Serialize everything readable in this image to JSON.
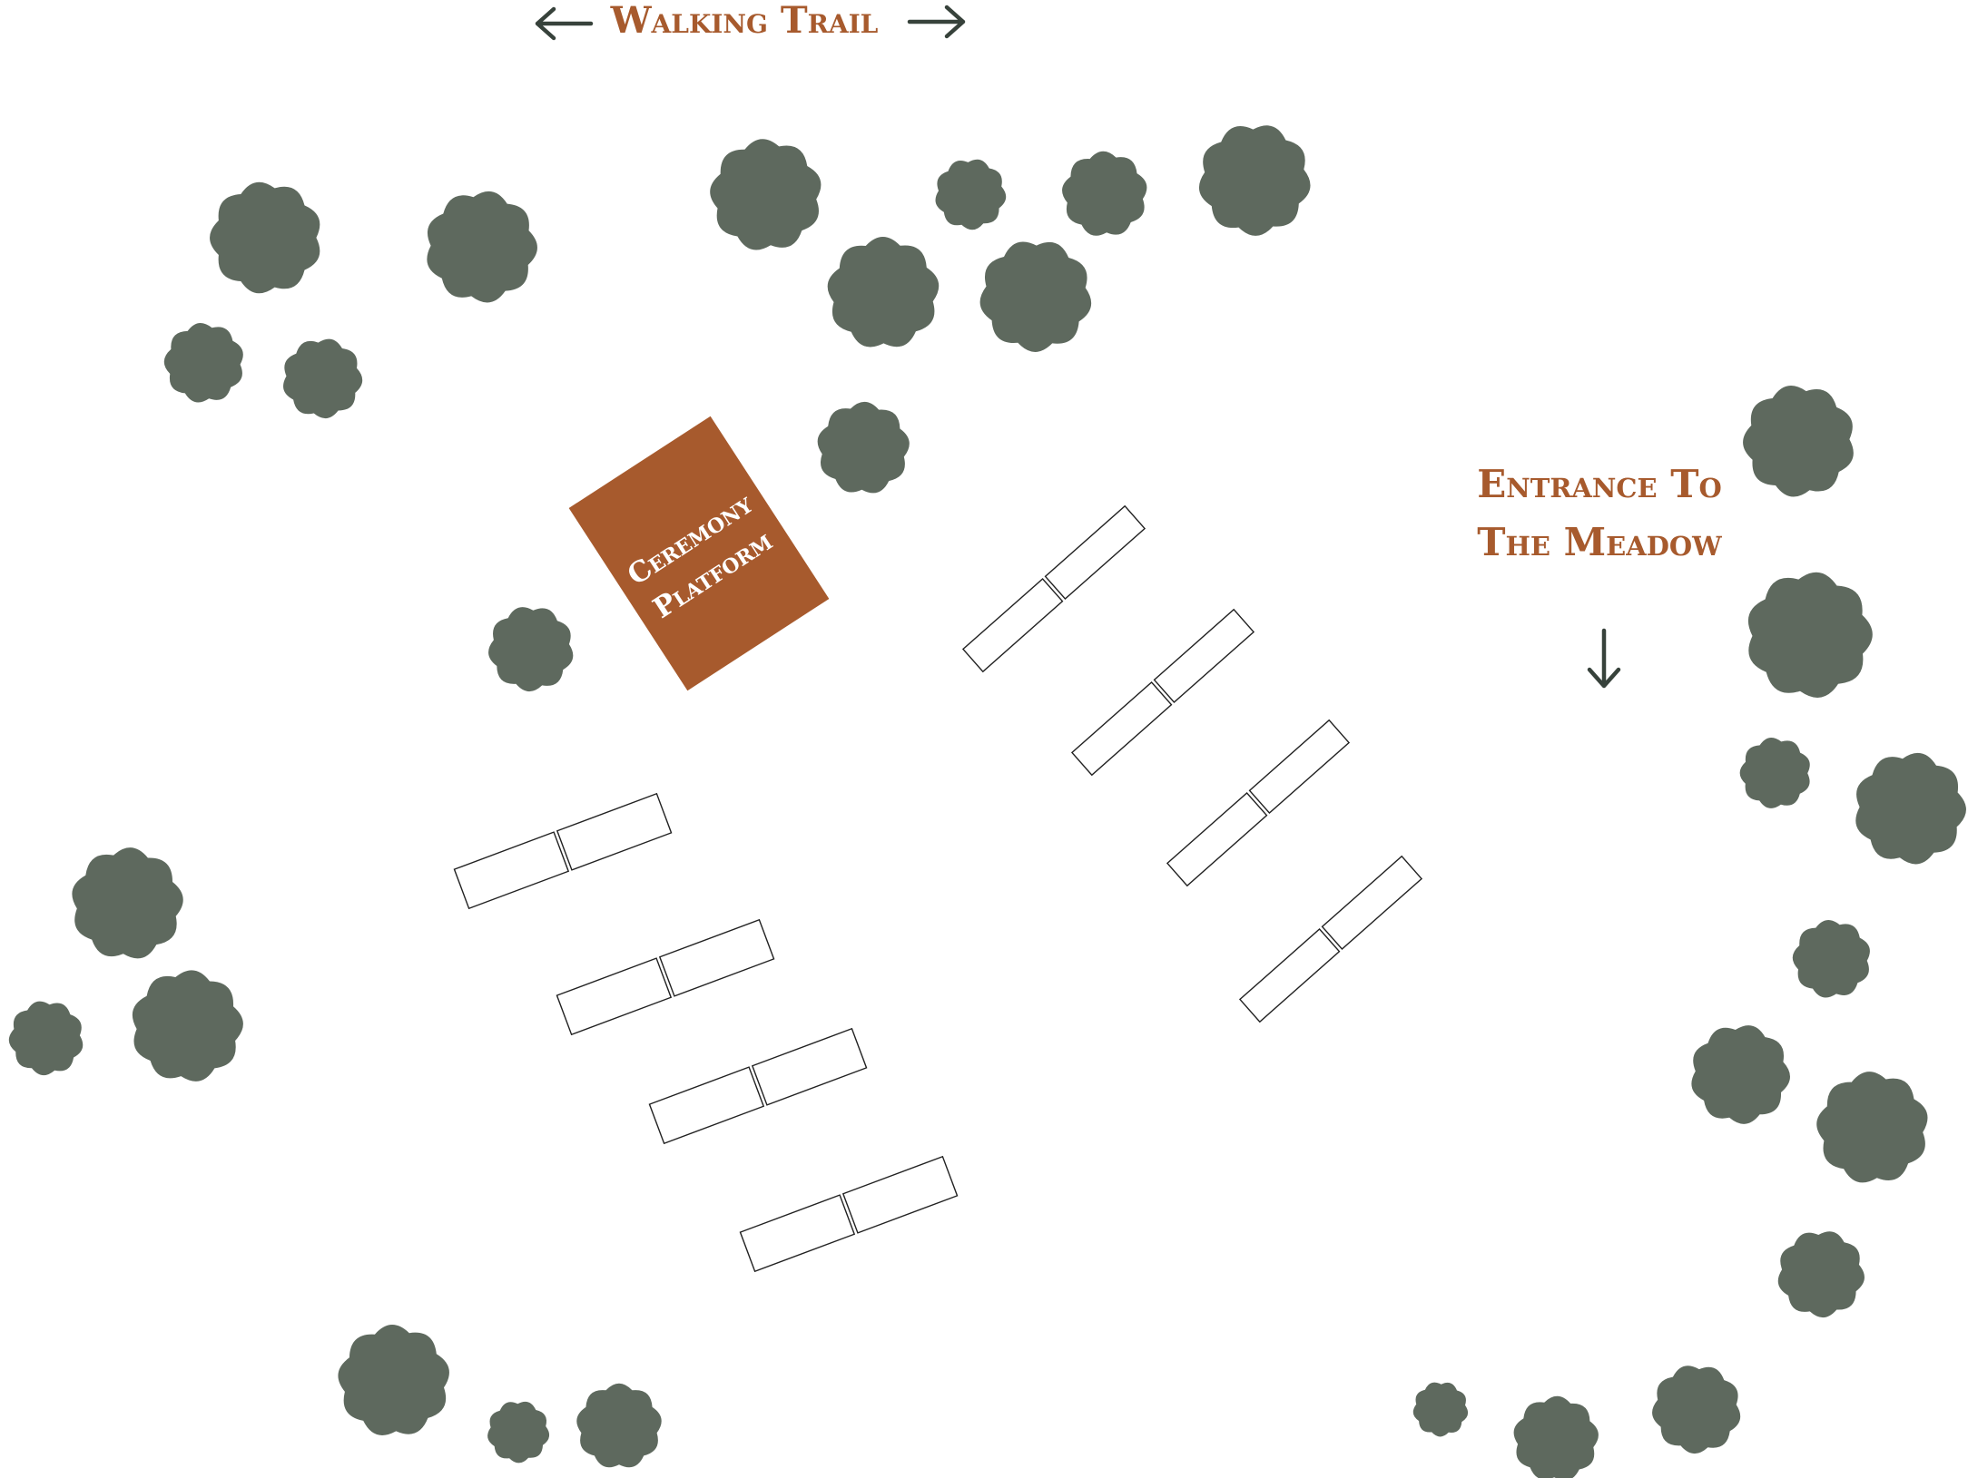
{
  "labels": {
    "walking_trail": "Walking Trail",
    "entrance_line1": "Entrance To",
    "entrance_line2": "The Meadow",
    "platform_line1": "Ceremony",
    "platform_line2": "Platform"
  },
  "icons": {
    "trail_arrow_left": "arrow-left-icon",
    "trail_arrow_right": "arrow-right-icon",
    "entrance_arrow": "arrow-down-icon",
    "tree": "tree-icon"
  },
  "colors": {
    "label": "#a75a2d",
    "platform_fill": "#a75a2d",
    "platform_text": "#ffffff",
    "tree": "#5e695e",
    "arrow": "#37423b",
    "bench_stroke": "#222222",
    "background": "#ffffff"
  }
}
